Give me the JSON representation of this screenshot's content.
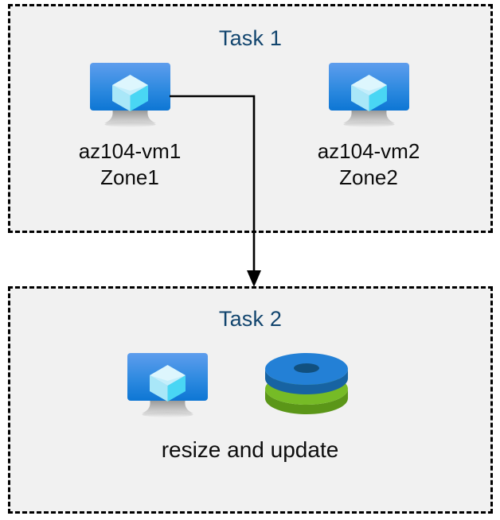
{
  "diagram": {
    "title": "Azure AZ-104 VM tasks diagram",
    "background_color": "#ffffff",
    "box_fill_color": "#f1f1f1",
    "box_border_color": "#000000",
    "title_color": "#12456e",
    "label_color": "#0d0d0d",
    "connector_color": "#000000"
  },
  "task1": {
    "title": "Task 1",
    "nodes": [
      {
        "icon": "virtual-machine-icon",
        "name_line1": "az104-vm1",
        "name_line2": "Zone1"
      },
      {
        "icon": "virtual-machine-icon",
        "name_line1": "az104-vm2",
        "name_line2": "Zone2"
      }
    ]
  },
  "task2": {
    "title": "Task 2",
    "nodes": [
      {
        "icon": "virtual-machine-icon"
      },
      {
        "icon": "managed-disks-icon"
      }
    ],
    "caption": "resize and update"
  },
  "connector": {
    "from": "az104-vm1",
    "to": "Task 2",
    "style": "elbow-arrow",
    "arrowhead": "filled-triangle"
  },
  "icon_colors": {
    "vm_screen_top": "#5b9bea",
    "vm_screen_bottom": "#0f7ad8",
    "vm_cube_light": "#d6f4fc",
    "vm_cube_mid": "#9fe5f7",
    "vm_cube_bright": "#4fd8f5",
    "vm_stand": "#a6a6a6",
    "disk_blue": "#1f7fd4",
    "disk_blue_dark": "#17619f",
    "disk_blue_hole": "#124f80",
    "disk_green": "#73b825",
    "disk_green_dark": "#5a9418",
    "disk_green_hole": "#5f9a1b"
  }
}
